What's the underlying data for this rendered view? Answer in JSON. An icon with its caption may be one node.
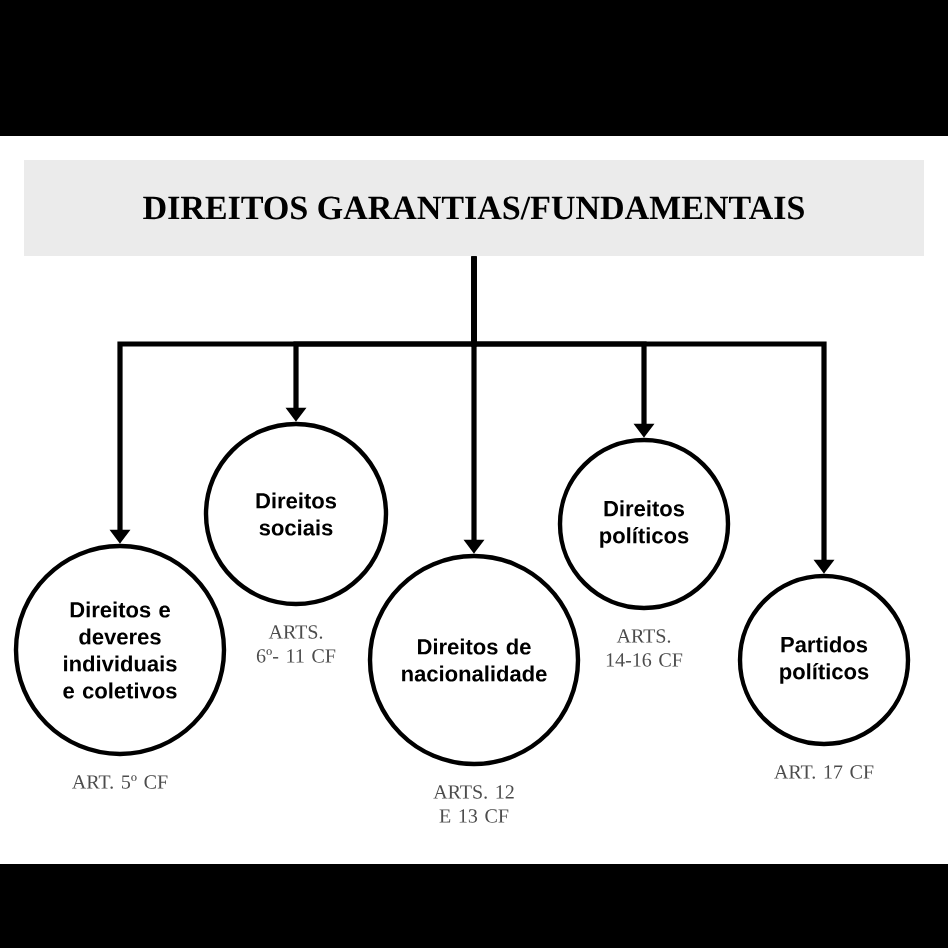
{
  "diagram": {
    "nodes": [
      {
        "text": [
          "DIREITOS GARANTIAS/FUNDAMENTAIS"
        ]
      },
      {
        "text": [
          "Direitos e deveres individuais e coletivos"
        ],
        "beside": [
          "ART. 5º CF"
        ]
      },
      {
        "text": [
          "Direitos sociais"
        ],
        "beside": [
          "ARTS. 6º- 11 CF"
        ]
      },
      {
        "text": [
          "Direitos de nacionalidade"
        ],
        "beside": [
          "ARTS. 12 E 13 CF"
        ]
      },
      {
        "text": [
          "Direitos políticos"
        ],
        "beside": [
          "ARTS. 14-16 CF"
        ]
      },
      {
        "text": [
          "Partidos políticos"
        ],
        "beside": [
          "ART. 17 CF"
        ]
      }
    ],
    "edges": [
      {
        "from": 0,
        "to": 1,
        "arrow": "to"
      },
      {
        "from": 0,
        "to": 2,
        "arrow": "to"
      },
      {
        "from": 0,
        "to": 3,
        "arrow": "to"
      },
      {
        "from": 0,
        "to": 4,
        "arrow": "to"
      },
      {
        "from": 0,
        "to": 5,
        "arrow": "to"
      }
    ]
  }
}
